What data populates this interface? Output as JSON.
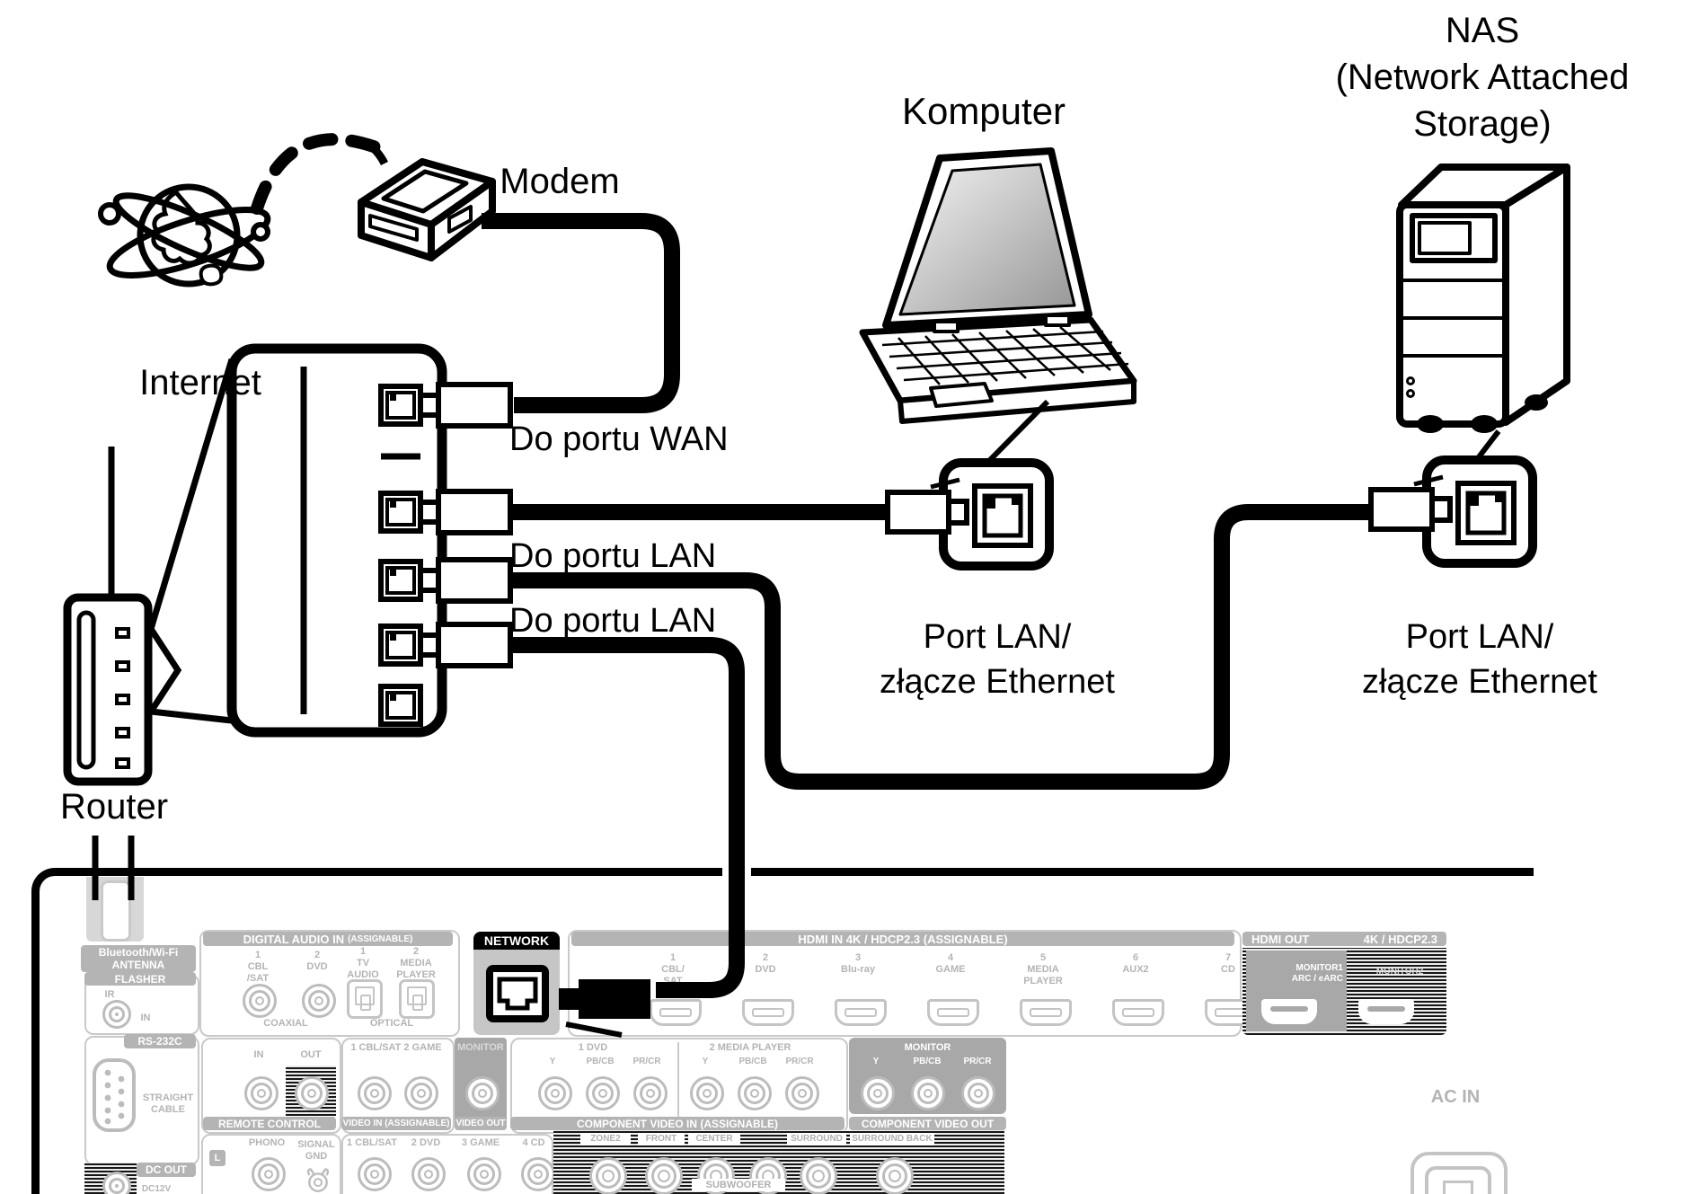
{
  "diagram": {
    "internet_label": "Internet",
    "modem_label": "Modem",
    "computer_label": "Komputer",
    "nas_label_line1": "NAS",
    "nas_label_line2": "(Network Attached",
    "nas_label_line3": "Storage)",
    "router_label": "Router",
    "to_wan_port_label": "Do portu WAN",
    "to_lan_port_label_1": "Do portu LAN",
    "to_lan_port_label_2": "Do portu LAN",
    "computer_port_label_line1": "Port LAN/",
    "computer_port_label_line2": "złącze Ethernet",
    "nas_port_label_line1": "Port LAN/",
    "nas_port_label_line2": "złącze Ethernet"
  },
  "panel": {
    "antenna_label_line1": "Bluetooth/Wi-Fi",
    "antenna_label_line2": "ANTENNA",
    "flasher": {
      "label": "FLASHER",
      "ir": "IR",
      "in": "IN"
    },
    "rs232c": {
      "label": "RS-232C",
      "cable_line1": "STRAIGHT",
      "cable_line2": "CABLE"
    },
    "dc_out": {
      "label": "DC OUT",
      "voltage": "DC12V"
    },
    "digital_audio_in": {
      "header": "DIGITAL AUDIO IN",
      "header_suffix": "(ASSIGNABLE)",
      "coaxial": {
        "label": "COAXIAL",
        "items": [
          {
            "num": "1",
            "line1": "CBL",
            "line2": "/SAT"
          },
          {
            "num": "2",
            "line1": "DVD"
          }
        ]
      },
      "optical": {
        "label": "OPTICAL",
        "items": [
          {
            "num": "1",
            "line1": "TV",
            "line2": "AUDIO"
          },
          {
            "num": "2",
            "line1": "MEDIA",
            "line2": "PLAYER"
          }
        ]
      }
    },
    "network": {
      "label": "NETWORK"
    },
    "hdmi_in": {
      "header": "HDMI IN 4K / HDCP2.3 (ASSIGNABLE)",
      "items": [
        {
          "num": "1",
          "line1": "CBL/",
          "line2": "SAT"
        },
        {
          "num": "2",
          "line1": "DVD"
        },
        {
          "num": "3",
          "line1": "Blu-ray"
        },
        {
          "num": "4",
          "line1": "GAME"
        },
        {
          "num": "5",
          "line1": "MEDIA",
          "line2": "PLAYER"
        },
        {
          "num": "6",
          "line1": "AUX2"
        },
        {
          "num": "7",
          "line1": "CD"
        }
      ]
    },
    "hdmi_out": {
      "header_left": "HDMI OUT",
      "header_right": "4K / HDCP2.3",
      "monitor1_line1": "MONITOR1",
      "monitor1_line2": "ARC / eARC",
      "monitor2": "MONITOR2"
    },
    "remote_control": {
      "in": "IN",
      "out": "OUT",
      "footer": "REMOTE CONTROL"
    },
    "video_in": {
      "header": "1 CBL/SAT  2 GAME",
      "footer": "VIDEO IN (ASSIGNABLE)"
    },
    "video_out": {
      "header": "MONITOR",
      "footer": "VIDEO OUT"
    },
    "component_in": {
      "footer": "COMPONENT VIDEO IN (ASSIGNABLE)",
      "group1": {
        "title": "1 DVD",
        "col1": "Y",
        "col2": "PB/CB",
        "col3": "PR/CR"
      },
      "group2": {
        "title": "2 MEDIA PLAYER",
        "col1": "Y",
        "col2": "PB/CB",
        "col3": "PR/CR"
      }
    },
    "component_out": {
      "title": "MONITOR",
      "col1": "Y",
      "col2": "PB/CB",
      "col3": "PR/CR",
      "footer": "COMPONENT VIDEO OUT"
    },
    "phono": {
      "label": "PHONO",
      "gnd_line1": "SIGNAL",
      "gnd_line2": "GND",
      "channel": "L"
    },
    "analog_in": {
      "items": [
        "1 CBL/SAT",
        "2 DVD",
        "3 GAME",
        "4 CD"
      ]
    },
    "speakers": {
      "labels": [
        "ZONE2",
        "FRONT",
        "CENTER",
        "SURROUND",
        "SURROUND BACK"
      ],
      "subwoofer": "SUBWOOFER"
    },
    "ac_in": "AC IN"
  },
  "colors": {
    "ink": "#000000",
    "panel_gray": "#b4b4b4",
    "panel_dark_gray": "#a8a8a8",
    "network_gray": "#c6c6c6"
  }
}
